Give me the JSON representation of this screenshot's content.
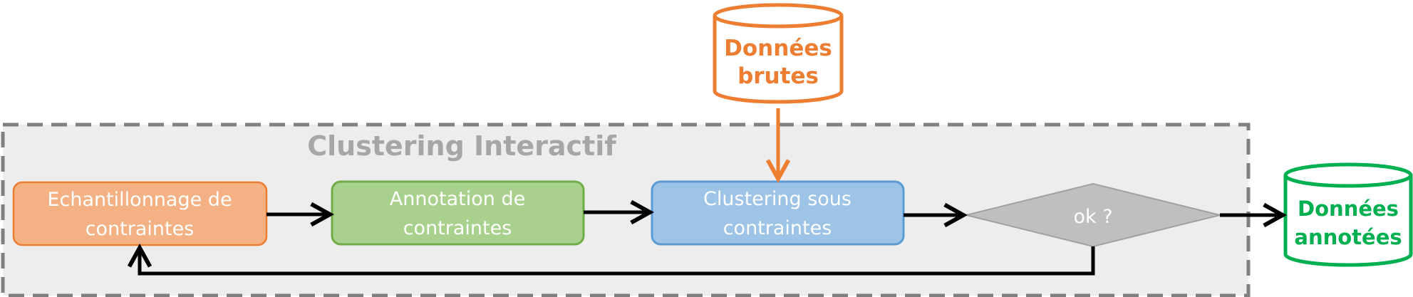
{
  "diagram": {
    "group_title": "Clustering Interactif",
    "nodes": {
      "raw_data": {
        "line1": "Données",
        "line2": "brutes"
      },
      "sampling": {
        "line1": "Echantillonnage de",
        "line2": "contraintes"
      },
      "annotation": {
        "line1": "Annotation de",
        "line2": "contraintes"
      },
      "clustering": {
        "line1": "Clustering sous",
        "line2": "contraintes"
      },
      "decision": {
        "label": "ok ?"
      },
      "annotated_data": {
        "line1": "Données",
        "line2": "annotées"
      }
    }
  },
  "colors": {
    "orange": "#ED7D31",
    "orange_fill": "#F4B183",
    "green": "#70AD47",
    "green_fill": "#A9D18E",
    "blue": "#5B9BD5",
    "blue_fill": "#9DC3E6",
    "grey_fill": "#BFBFBF",
    "dark_green": "#00B050",
    "group_bg": "#EDEDED",
    "group_border": "#7F7F7F",
    "group_title": "#A6A6A6"
  }
}
